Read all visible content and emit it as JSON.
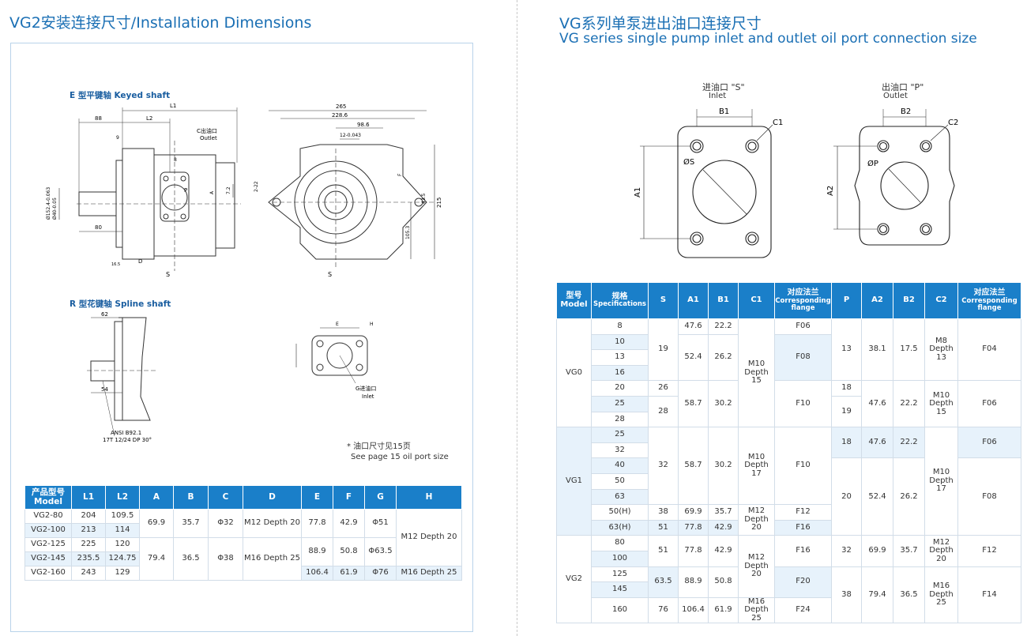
{
  "left": {
    "title": "VG2安装连接尺寸/Installation Dimensions",
    "keyed_title": "E 型平键轴 Keyed shaft",
    "spline_title": "R 型花键轴 Spline shaft",
    "note_cn": "* 油口尺寸见15页",
    "note_en": "See page 15 oil port size",
    "dims": {
      "l1": "L1",
      "l2": "L2",
      "d88": "88",
      "d9": "9",
      "d8": "8",
      "d80": "80",
      "d16_5": "16.5",
      "dia152": "Ø152.4-0.063",
      "dia40": "Ø40-0.05",
      "a": "A",
      "d7_2": "7.2",
      "c_outlet_cn": "C出油口",
      "c_outlet_en": "Outlet",
      "p": "P",
      "s": "S",
      "d": "D",
      "d265": "265",
      "d228_6": "228.6",
      "d98_6": "98.6",
      "d12": "12-0.043",
      "d2_22": "2-22",
      "d215": "215",
      "d105_3": "105.3",
      "d43_5": "43.5",
      "d_f": "F",
      "d62": "62",
      "d54": "54",
      "ansi1": "ANSI B92.1",
      "ansi2": "17T 12/24 DP 30°",
      "e": "E",
      "h": "H",
      "g_inlet_cn": "G进油口",
      "g_inlet_en": "Inlet"
    },
    "table": {
      "headers": [
        "L1",
        "L2",
        "A",
        "B",
        "C",
        "D",
        "E",
        "F",
        "G",
        "H"
      ],
      "model_header_cn": "产品型号",
      "model_header_en": "Model",
      "rows": [
        [
          "VG2-80",
          "204",
          "109.5"
        ],
        [
          "VG2-100",
          "213",
          "114"
        ],
        [
          "VG2-125",
          "225",
          "120"
        ],
        [
          "VG2-145",
          "235.5",
          "124.75"
        ],
        [
          "VG2-160",
          "243",
          "129"
        ]
      ],
      "a1": "69.9",
      "b1": "35.7",
      "c1": "Φ32",
      "d1": "M12 Depth 20",
      "a2": "79.4",
      "b2": "36.5",
      "c2": "Φ38",
      "d2": "M16 Depth 25",
      "e1": "77.8",
      "f1": "42.9",
      "g1": "Φ51",
      "e2": "88.9",
      "f2": "50.8",
      "g2": "Φ63.5",
      "e3": "106.4",
      "f3": "61.9",
      "g3": "Φ76",
      "h1": "M12 Depth 20",
      "h2": "M16 Depth 25"
    }
  },
  "right": {
    "title_cn": "VG系列单泵进出油口连接尺寸",
    "title_en": "VG series single pump inlet and outlet oil port connection size",
    "inlet_label": "进油口 \"S\"",
    "inlet_en": "Inlet",
    "outlet_label": "出油口 \"P\"",
    "outlet_en": "Outlet",
    "lbl_b1": "B1",
    "lbl_c1": "C1",
    "lbl_s": "ØS",
    "lbl_a1": "A1",
    "lbl_b2": "B2",
    "lbl_c2": "C2",
    "lbl_p": "ØP",
    "lbl_a2": "A2",
    "table": {
      "h_model_cn": "型号",
      "h_model_en": "Model",
      "h_spec_cn": "规格",
      "h_spec_en": "Specifications",
      "h_s": "S",
      "h_a1": "A1",
      "h_b1": "B1",
      "h_c1": "C1",
      "h_flange_cn": "对应法兰",
      "h_flange_en": "Corresponding flange",
      "h_p": "P",
      "h_a2": "A2",
      "h_b2": "B2",
      "h_c2": "C2",
      "h_flange2_cn": "对应法兰",
      "h_flange2_en": "Corresponding flange",
      "m0": "VG0",
      "m1": "VG1",
      "m2": "VG2",
      "specs": [
        "8",
        "10",
        "13",
        "16",
        "20",
        "25",
        "28",
        "25",
        "32",
        "40",
        "50",
        "63",
        "50(H)",
        "63(H)",
        "80",
        "100",
        "125",
        "145",
        "160"
      ],
      "s": [
        "19",
        "26",
        "28",
        "32",
        "38",
        "51",
        "51",
        "63.5",
        "76"
      ],
      "a1": [
        "47.6",
        "52.4",
        "58.7",
        "58.7",
        "69.9",
        "77.8",
        "77.8",
        "88.9",
        "106.4"
      ],
      "b1": [
        "22.2",
        "26.2",
        "30.2",
        "30.2",
        "35.7",
        "42.9",
        "42.9",
        "50.8",
        "61.9"
      ],
      "c1": [
        "M10 Depth 15",
        "M10 Depth 17",
        "M12 Depth 20",
        "M12 Depth 20",
        "M16 Depth 25"
      ],
      "f1": [
        "F06",
        "F08",
        "F10",
        "F10",
        "F12",
        "F16",
        "F16",
        "F20",
        "F24"
      ],
      "p": [
        "13",
        "18",
        "19",
        "18",
        "20",
        "32",
        "38"
      ],
      "a2": [
        "38.1",
        "47.6",
        "47.6",
        "52.4",
        "69.9",
        "79.4"
      ],
      "b2": [
        "17.5",
        "22.2",
        "22.2",
        "26.2",
        "35.7",
        "36.5"
      ],
      "c2": [
        "M8 Depth 13",
        "M10 Depth 15",
        "M10 Depth 17",
        "M12 Depth 20",
        "M16 Depth 25"
      ],
      "f2": [
        "F04",
        "F06",
        "F06",
        "F08",
        "F12",
        "F14"
      ]
    }
  }
}
